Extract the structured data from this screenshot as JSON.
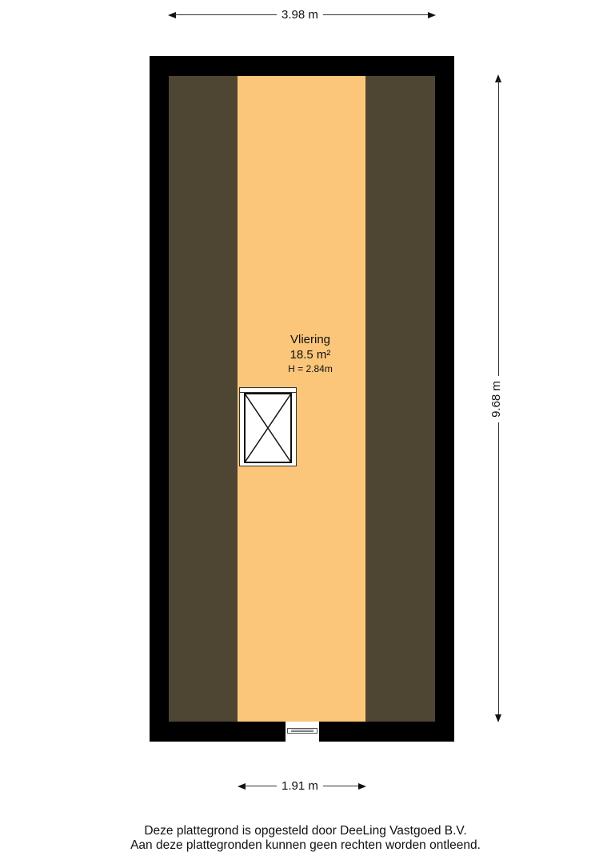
{
  "floorplan": {
    "room": {
      "name": "Vliering",
      "area": "18.5 m²",
      "height": "H = 2.84m"
    },
    "dimensions": {
      "top_width": "3.98 m",
      "right_height": "9.68 m",
      "bottom_width": "1.91 m"
    },
    "colors": {
      "wall": "#000000",
      "floor": "#fbc67a",
      "low_ceiling_zone": "#4f4533",
      "background": "#ffffff"
    },
    "elements": [
      "roof-hatch",
      "window-bottom"
    ]
  },
  "footer": {
    "line1": "Deze plattegrond is opgesteld door DeeLing Vastgoed B.V.",
    "line2": "Aan deze plattegronden kunnen geen rechten worden ontleend."
  }
}
